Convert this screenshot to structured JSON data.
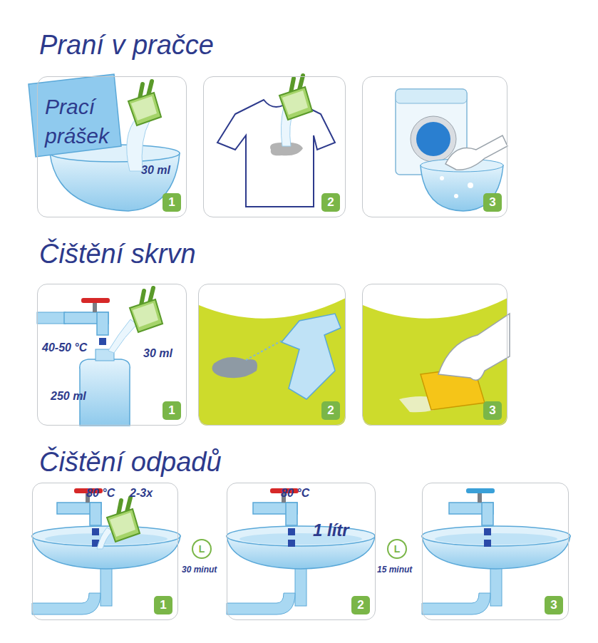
{
  "diagram": {
    "nodes": [
      {
        "text": [
          "Prací prášek",
          "30 ml",
          "1"
        ]
      },
      {
        "text": [
          "2"
        ]
      },
      {
        "text": [
          "3"
        ]
      },
      {
        "text": [
          "40-50 °C",
          "30 ml",
          "250 ml",
          "1"
        ]
      },
      {
        "text": [
          "2"
        ]
      },
      {
        "text": [
          "3"
        ]
      },
      {
        "text": [
          "80 °C",
          "2-3x",
          "1"
        ]
      },
      {
        "text": [
          "L",
          "30 minut"
        ]
      },
      {
        "text": [
          "80 °C",
          "1 lítr",
          "2"
        ]
      },
      {
        "text": [
          "L",
          "15 minut"
        ]
      },
      {
        "text": [
          "3"
        ]
      }
    ],
    "labels": [
      "Praní v pračce",
      "Čištění skrvn",
      "Čištění odpadů"
    ]
  }
}
